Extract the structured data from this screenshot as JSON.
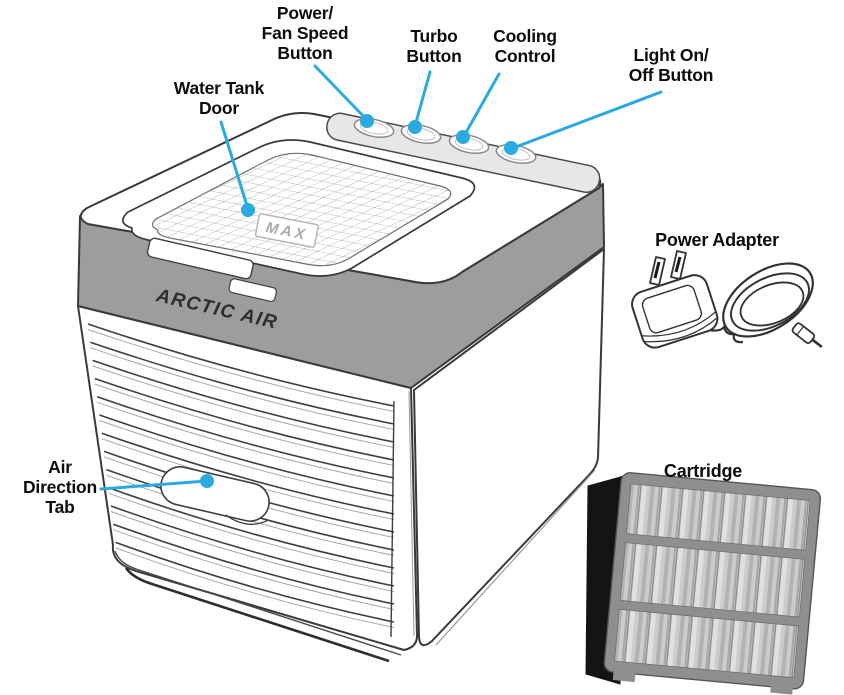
{
  "illustration": {
    "brand": "ARCTIC AIR",
    "water_level_marker": "MAX"
  },
  "callouts": {
    "power_fan_speed": "Power/\nFan Speed\nButton",
    "turbo": "Turbo\nButton",
    "cooling": "Cooling\nControl",
    "light": "Light On/\nOff Button",
    "water_tank": "Water Tank\nDoor",
    "power_adapter": "Power Adapter",
    "air_direction": "Air\nDirection\nTab",
    "cartridge": "Cartridge"
  },
  "colors": {
    "callout_blue": "#29ABE2",
    "band_gray": "#9d9da0",
    "outline": "#3a3a3a"
  }
}
